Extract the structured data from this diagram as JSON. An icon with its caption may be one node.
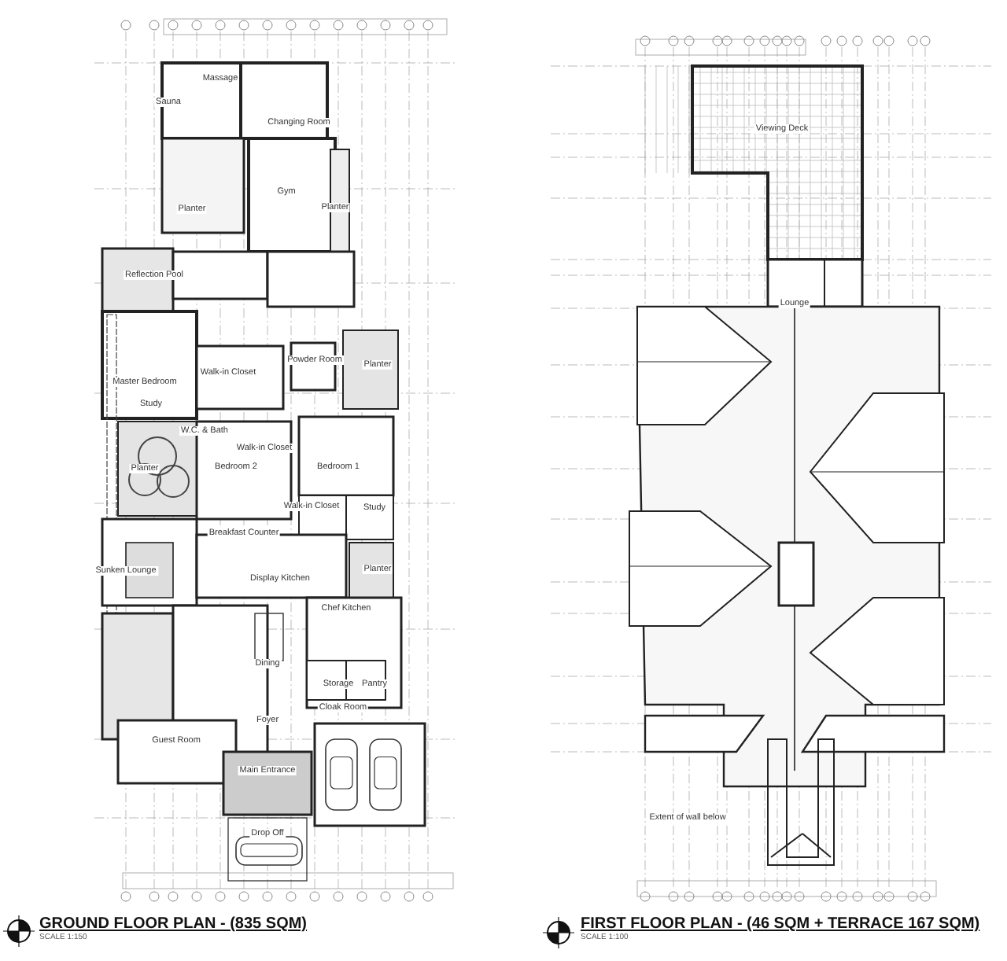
{
  "diagram": {
    "labels": [
      "Sauna",
      "Massage",
      "Changing Room",
      "Planter",
      "Gym",
      "Planter",
      "Reflection Pool",
      "Master Bedroom",
      "Walk-in Closet",
      "Powder Room",
      "Planter",
      "Study",
      "W.C. & Bath",
      "Walk-in Closet",
      "Planter",
      "Bedroom 2",
      "Bedroom 1",
      "Walk-in Closet",
      "Study",
      "Breakfast Counter",
      "Sunken Lounge",
      "Planter",
      "Display Kitchen",
      "Chef Kitchen",
      "Dining",
      "Storage",
      "Pantry",
      "Cloak Room",
      "Foyer",
      "Guest Room",
      "Main Entrance",
      "Drop Off",
      "Viewing Deck",
      "Lounge",
      "Extent of wall below",
      "GROUND FLOOR PLAN - (835 SQM)",
      "SCALE 1:150",
      "FIRST FLOOR PLAN - (46 SQM + TERRACE 167 SQM)",
      "SCALE 1:100"
    ]
  }
}
